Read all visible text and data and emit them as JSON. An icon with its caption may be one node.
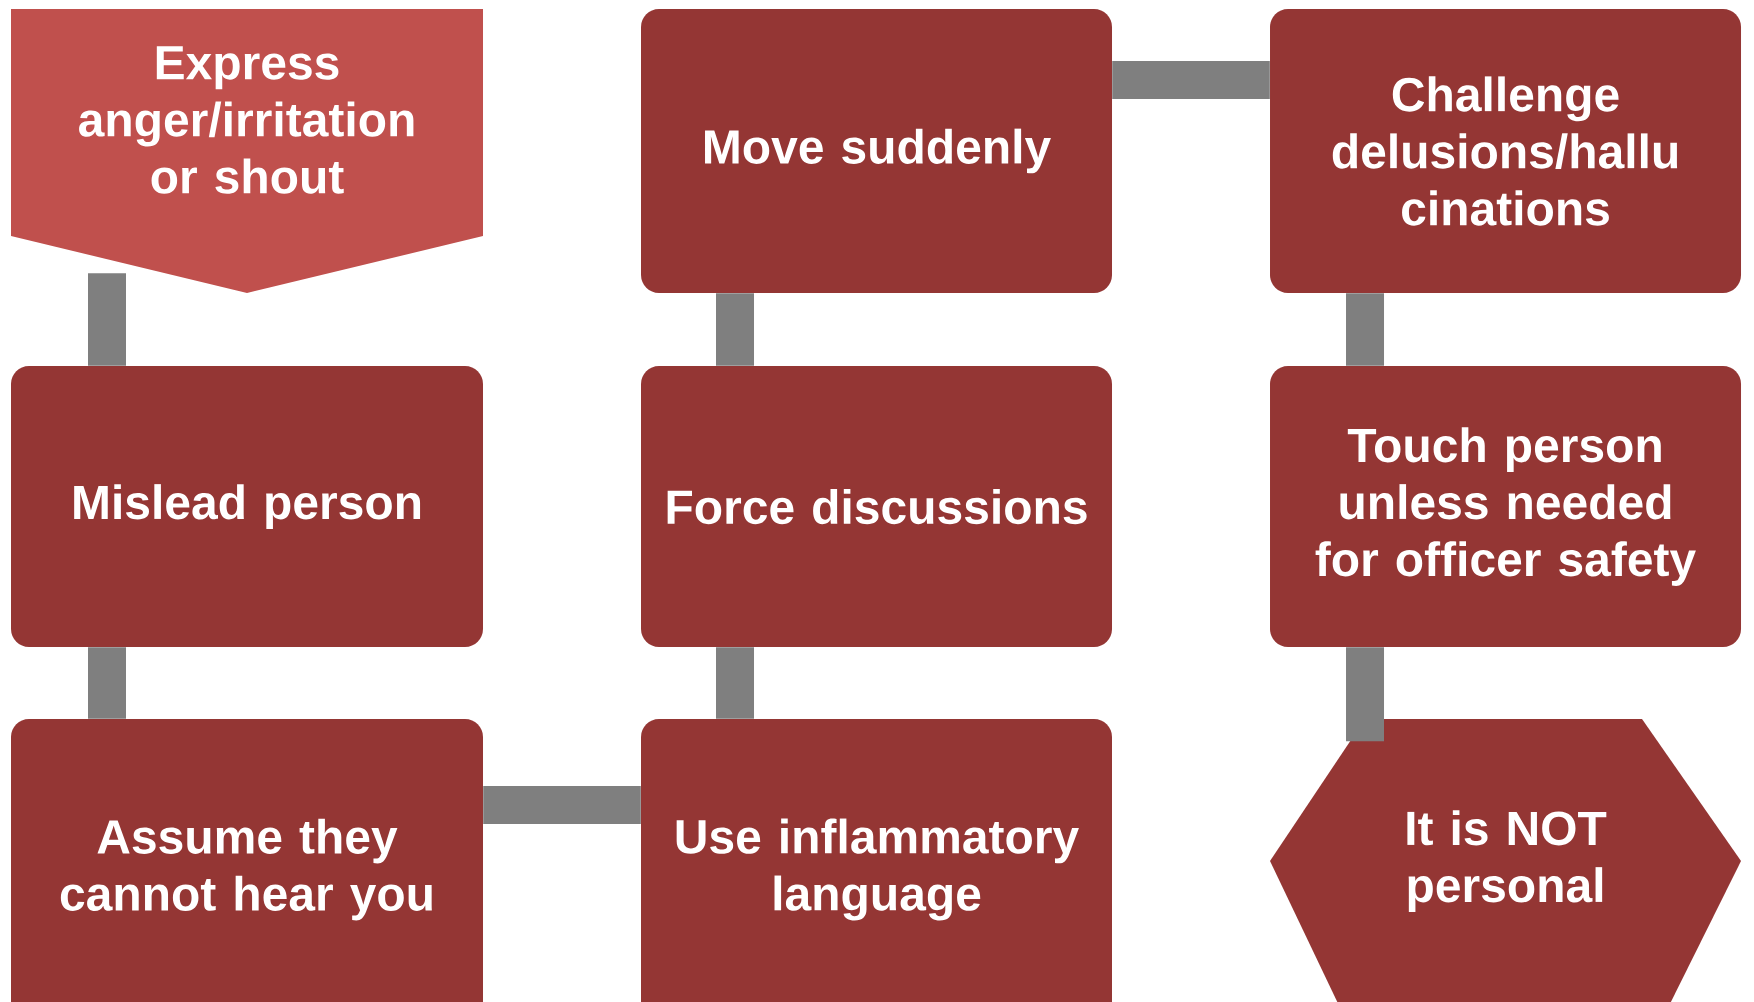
{
  "diagram": {
    "nodes": [
      {
        "text": [
          "Express anger/irritation or shout"
        ]
      },
      {
        "text": [
          "Move suddenly"
        ]
      },
      {
        "text": [
          "Challenge delusions/hallu cinations"
        ]
      },
      {
        "text": [
          "Mislead person"
        ]
      },
      {
        "text": [
          "Force discussions"
        ]
      },
      {
        "text": [
          "Touch person unless needed for officer safety"
        ]
      },
      {
        "text": [
          "Assume they cannot hear you"
        ]
      },
      {
        "text": [
          "Use inflammatory language"
        ]
      },
      {
        "text": [
          "It is NOT personal"
        ]
      }
    ],
    "edges": [
      {
        "from": 0,
        "to": 3,
        "arrow": "none"
      },
      {
        "from": 3,
        "to": 6,
        "arrow": "none"
      },
      {
        "from": 6,
        "to": 7,
        "arrow": "none"
      },
      {
        "from": 7,
        "to": 4,
        "arrow": "none"
      },
      {
        "from": 4,
        "to": 1,
        "arrow": "none"
      },
      {
        "from": 1,
        "to": 2,
        "arrow": "none"
      },
      {
        "from": 2,
        "to": 5,
        "arrow": "none"
      },
      {
        "from": 5,
        "to": 8,
        "arrow": "none"
      }
    ]
  }
}
